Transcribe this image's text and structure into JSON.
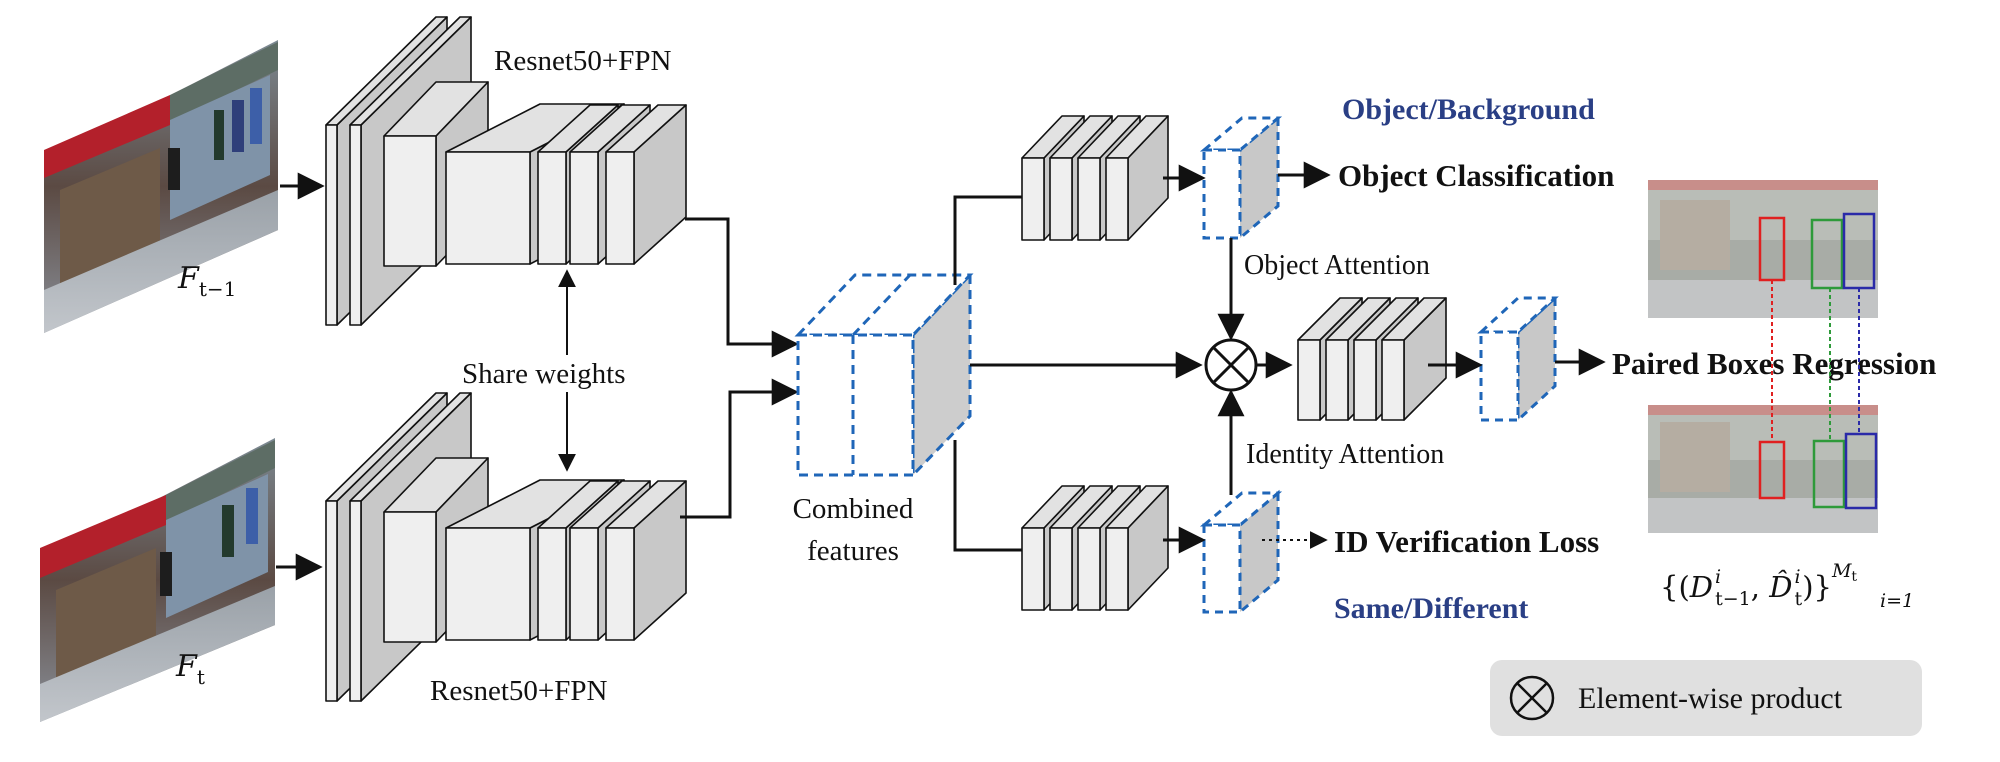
{
  "labels": {
    "backbone_top": "Resnet50+FPN",
    "backbone_bottom": "Resnet50+FPN",
    "share_weights": "Share weights",
    "combined_line1": "Combined",
    "combined_line2": "features",
    "object_background": "Object/Background",
    "object_classification": "Object Classification",
    "object_attention": "Object Attention",
    "identity_attention": "Identity Attention",
    "paired_boxes_regression": "Paired Boxes Regression",
    "id_verification_loss": "ID Verification Loss",
    "same_different": "Same/Different",
    "legend_text": "Element-wise product"
  },
  "math": {
    "frame_prev_base": "F",
    "frame_prev_sub": "t−1",
    "frame_curr_base": "F",
    "frame_curr_sub": "t",
    "output_open": "{(",
    "output_d": "D",
    "output_d_sub": "t−1",
    "output_d_sup": "i",
    "output_comma": ", ",
    "output_dhat": "D̂",
    "output_dhat_sub": "t",
    "output_dhat_sup": "i",
    "output_close": ")}",
    "output_sup": "M",
    "output_sup_sub": "t",
    "output_sub": "i=1"
  },
  "colors": {
    "box_front": "#efefef",
    "box_side": "#c8c8c8",
    "box_top": "#e2e2e2",
    "dashed_blue": "#1f66b8",
    "title_blue": "#2a3f85",
    "legend_bg": "#e0e0e0",
    "box_red": "#e02020",
    "box_green": "#2e9a3a",
    "box_navy": "#2a2aa8"
  },
  "icons": {
    "product": "circled-times-icon",
    "frame": "street-scene-image-icon"
  }
}
